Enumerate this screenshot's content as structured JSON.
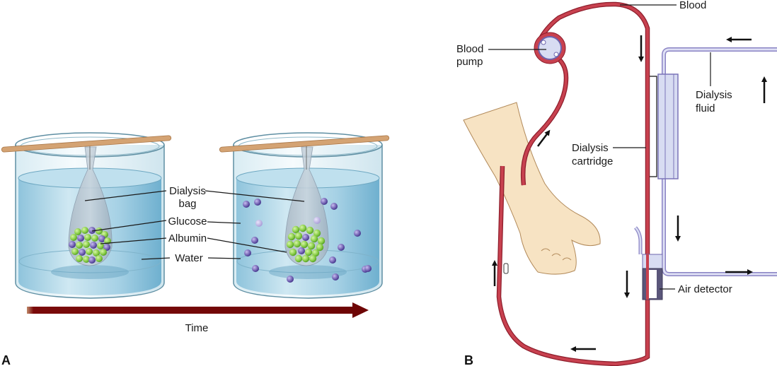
{
  "panel_a": {
    "panel_label": "A",
    "labels": {
      "dialysis_bag_line1": "Dialysis",
      "dialysis_bag_line2": "bag",
      "glucose": "Glucose",
      "albumin": "Albumin",
      "water": "Water"
    },
    "time_label": "Time",
    "colors": {
      "water": "#a9d3e6",
      "glucose": "#7767b6",
      "albumin": "#8ccf4a",
      "stick": "#d4a373",
      "time_arrow": "#7a0a0a"
    }
  },
  "panel_b": {
    "panel_label": "B",
    "labels": {
      "blood": "Blood",
      "blood_pump_line1": "Blood",
      "blood_pump_line2": "pump",
      "dialysis_fluid_line1": "Dialysis",
      "dialysis_fluid_line2": "fluid",
      "dialysis_cartridge_line1": "Dialysis",
      "dialysis_cartridge_line2": "cartridge",
      "air_detector": "Air detector"
    },
    "colors": {
      "blood_tube": "#c13a4a",
      "fluid_tube": "#8a83c4",
      "cartridge": "#d8dcf2",
      "skin": "#f7e3c3"
    }
  }
}
